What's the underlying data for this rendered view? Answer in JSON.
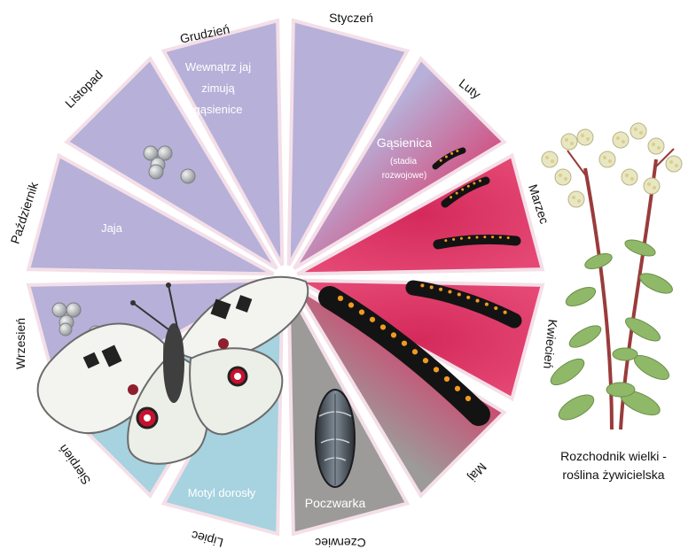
{
  "colors": {
    "lavender": "#b7b0d8",
    "magenta": "#dc2e62",
    "grey": "#9d9a9a",
    "light_blue": "#a7d2df",
    "separator": "#f4dfe8",
    "caterpillar": "#141313",
    "caterpillar_spots": "#f29a1f",
    "leaf": "#8fb868",
    "flower": "#e9e6c2"
  },
  "months": [
    {
      "name": "Styczeń",
      "fill": "lavender"
    },
    {
      "name": "Luty",
      "fill": "lavender-magenta"
    },
    {
      "name": "Marzec",
      "fill": "magenta"
    },
    {
      "name": "Kwiecień",
      "fill": "magenta"
    },
    {
      "name": "Maj",
      "fill": "grey-magenta"
    },
    {
      "name": "Czerwiec",
      "fill": "grey"
    },
    {
      "name": "Lipiec",
      "fill": "light_blue"
    },
    {
      "name": "Sierpień",
      "fill": "light_blue"
    },
    {
      "name": "Wrzesień",
      "fill": "lavender"
    },
    {
      "name": "Październik",
      "fill": "lavender"
    },
    {
      "name": "Listopad",
      "fill": "lavender"
    },
    {
      "name": "Grudzień",
      "fill": "lavender"
    }
  ],
  "stages": {
    "winter_line1": "Wewnątrz jaj",
    "winter_line2": "zimują",
    "winter_line3": "gąsienice",
    "eggs": "Jaja",
    "caterpillar": "Gąsienica",
    "caterpillar_sub1": "(stadia",
    "caterpillar_sub2": "rozwojowe)",
    "pupa": "Poczwarka",
    "butterfly": "Motyl dorosły"
  },
  "caption": {
    "line1": "Rozchodnik wielki -",
    "line2": "roślina żywicielska"
  },
  "icons": [
    "egg-cluster-icon",
    "caterpillar-icon",
    "pupa-icon",
    "butterfly-icon",
    "host-plant-icon"
  ]
}
